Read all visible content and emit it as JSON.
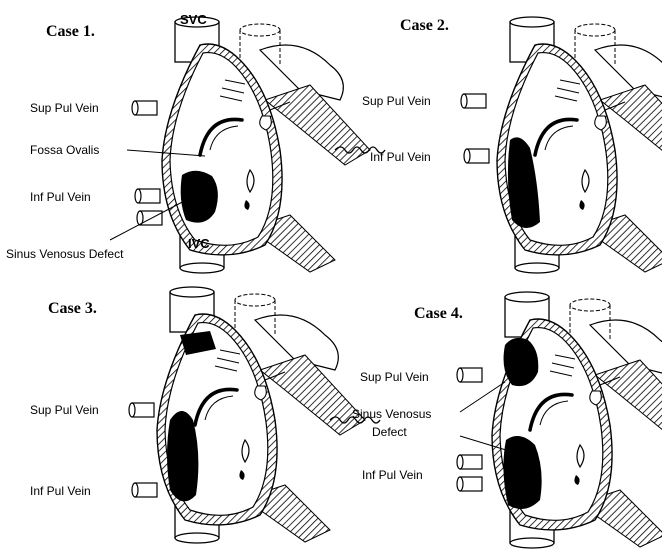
{
  "panels": [
    {
      "title": "Case 1.",
      "svc": "SVC",
      "ivc": "IVC",
      "labels": {
        "sup": "Sup Pul Vein",
        "fossa": "Fossa Ovalis",
        "inf": "Inf Pul Vein",
        "defect": "Sinus Venosus Defect"
      }
    },
    {
      "title": "Case 2.",
      "labels": {
        "sup": "Sup Pul Vein",
        "inf": "Inf Pul Vein"
      }
    },
    {
      "title": "Case 3.",
      "labels": {
        "sup": "Sup Pul Vein",
        "inf": "Inf Pul Vein"
      }
    },
    {
      "title": "Case 4.",
      "labels": {
        "sup": "Sup Pul Vein",
        "defect_line1": "Sinus Venosus",
        "defect_line2": "Defect",
        "inf": "Inf Pul Vein"
      }
    }
  ],
  "colors": {
    "ink": "#000000",
    "paper": "#ffffff"
  }
}
